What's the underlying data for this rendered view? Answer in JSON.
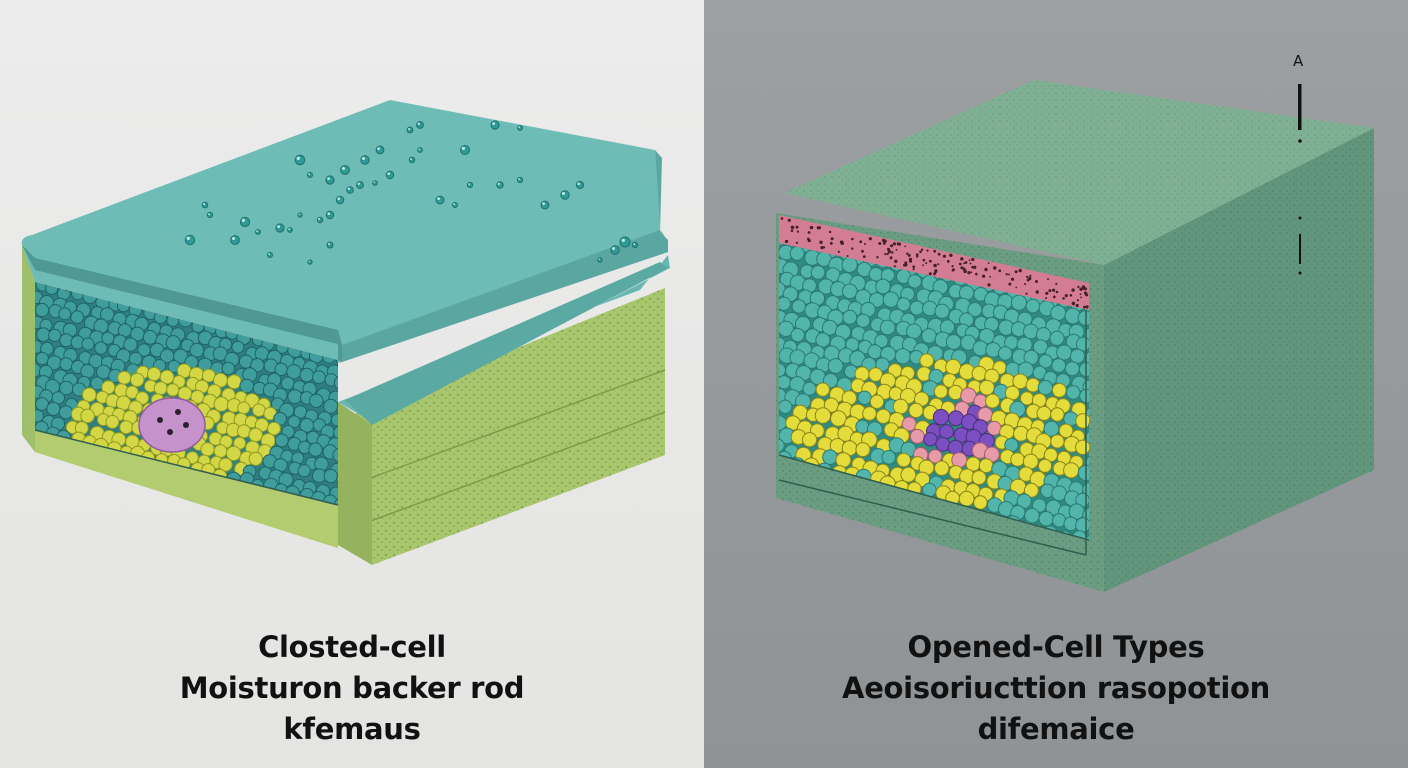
{
  "left": {
    "caption_lines": [
      "Closted-cell",
      "Moisturon backer rod",
      "kfemaus"
    ],
    "colors": {
      "background": "#e9e9e7",
      "top_face": "#6fbcb6",
      "pink_layer": "#d47b90",
      "cell_teal": "#3f9e9c",
      "cell_yellow": "#d3d645",
      "core_purple": "#c592cc",
      "side_green": "#a5c46b"
    }
  },
  "right": {
    "caption_lines": [
      "Opened-Cell Types",
      "Aeoisoriucttion rasopotion",
      "difemaice"
    ],
    "marker_label": "A",
    "colors": {
      "background": "#959899",
      "top_face": "#7faf92",
      "side_face": "#62967c",
      "pink_layer": "#d27d93",
      "cell_teal": "#52b5ab",
      "cell_yellow": "#e3dc3a",
      "cell_pink": "#e79aa8",
      "core_purple": "#7b4ec2"
    }
  }
}
